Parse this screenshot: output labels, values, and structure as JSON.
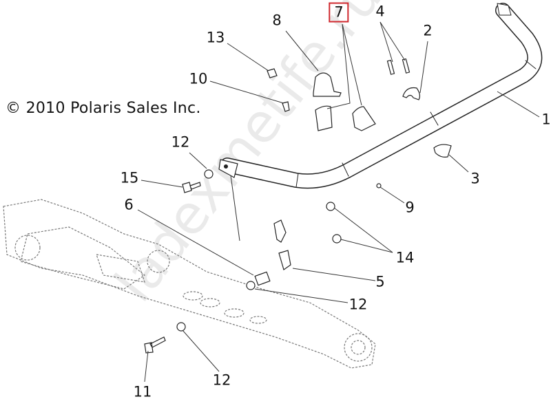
{
  "copyright": "© 2010 Polaris Sales Inc.",
  "watermark": "ladexmetife.ru",
  "highlight_color": "#d0282e",
  "callouts": {
    "c1": "1",
    "c2": "2",
    "c3": "3",
    "c4": "4",
    "c5": "5",
    "c6": "6",
    "c7": "7",
    "c8": "8",
    "c9": "9",
    "c10": "10",
    "c11": "11",
    "c12a": "12",
    "c12b": "12",
    "c12c": "12",
    "c13": "13",
    "c14": "14",
    "c15": "15"
  },
  "highlighted_callout": "7"
}
